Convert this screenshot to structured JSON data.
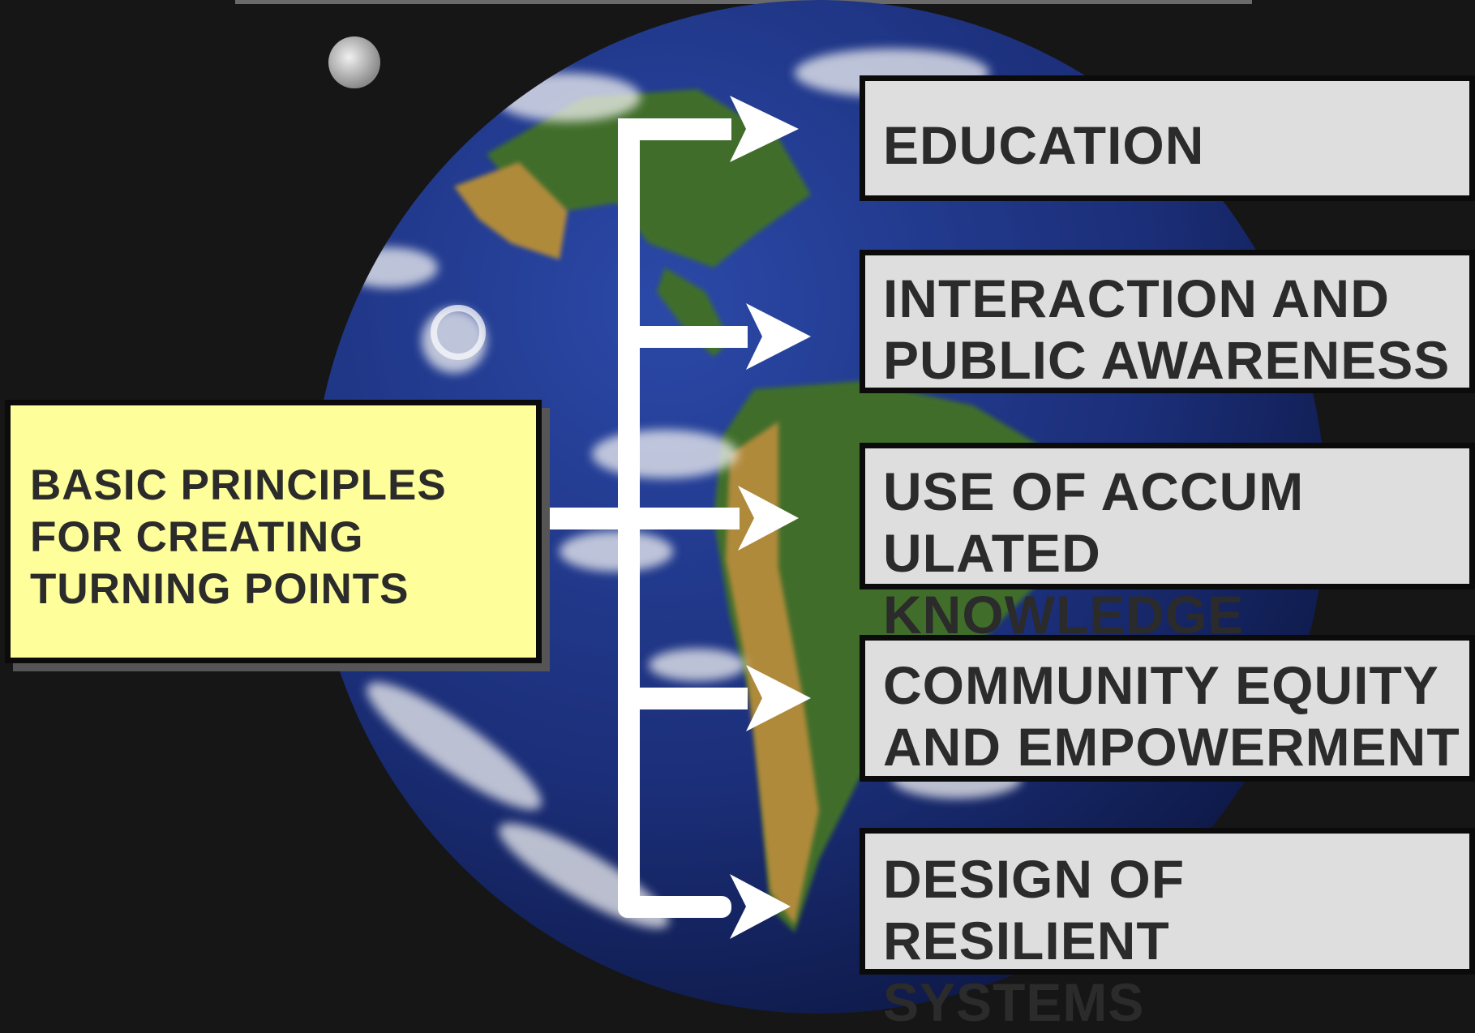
{
  "diagram": {
    "main_label": "BASIC PRINCIPLES\nFOR CREATING\nTURNING POINTS",
    "principles": [
      "EDUCATION",
      "INTERACTION AND\nPUBLIC AWARENESS",
      "USE OF ACCUM\nULATED KNOWLEDGE",
      "COMMUNITY EQUITY\nAND EMPOWERMENT",
      "DESIGN OF RESILIENT\nSYSTEMS"
    ]
  },
  "background": {
    "image": "earth-globe-from-space",
    "moon": "moon-icon"
  },
  "colors": {
    "page_background": "#161616",
    "main_box_fill": "#fefe9a",
    "principle_box_fill": "#dedede",
    "box_border": "#0b0b0b",
    "text": "#2b2b2b",
    "arrow": "#ffffff",
    "ocean": "#1b2e78",
    "land_green": "#3f6e2c",
    "land_tan": "#b08a3a"
  }
}
